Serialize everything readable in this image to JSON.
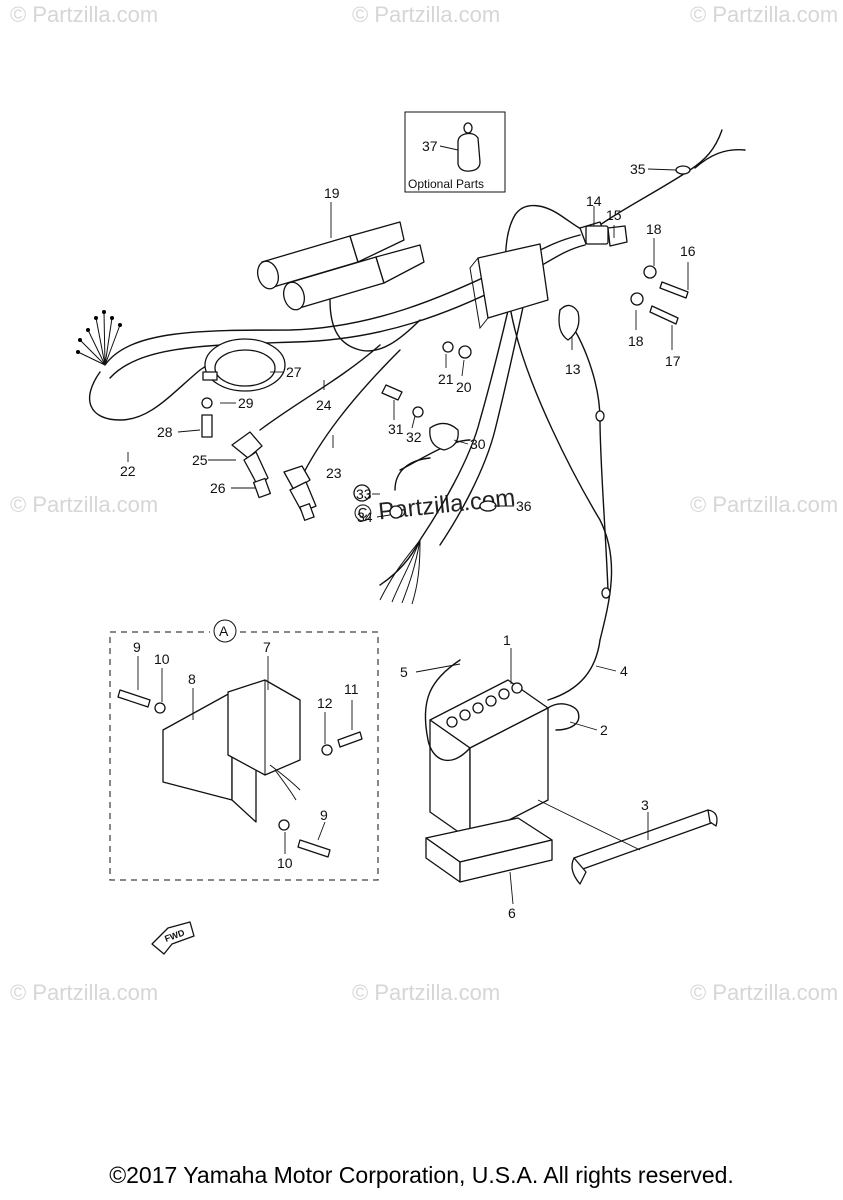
{
  "watermark": "© Partzilla.com",
  "center_watermark": "© Partzilla.com",
  "optional_parts_label": "Optional Parts",
  "detail_label": "A",
  "fwd_label": "FWD",
  "copyright": "©2017 Yamaha Motor Corporation, U.S.A. All rights reserved.",
  "callouts": {
    "c1": "1",
    "c2": "2",
    "c3": "3",
    "c4": "4",
    "c5": "5",
    "c6": "6",
    "c7": "7",
    "c8": "8",
    "c9a": "9",
    "c9b": "9",
    "c10a": "10",
    "c10b": "10",
    "c11": "11",
    "c12": "12",
    "c13": "13",
    "c14": "14",
    "c15": "15",
    "c16": "16",
    "c17": "17",
    "c18a": "18",
    "c18b": "18",
    "c19": "19",
    "c20": "20",
    "c21": "21",
    "c22": "22",
    "c23": "23",
    "c24": "24",
    "c25": "25",
    "c26": "26",
    "c27": "27",
    "c28": "28",
    "c29": "29",
    "c30": "30",
    "c31": "31",
    "c32": "32",
    "c33": "33",
    "c34": "34",
    "c35": "35",
    "c36": "36",
    "c37": "37"
  }
}
